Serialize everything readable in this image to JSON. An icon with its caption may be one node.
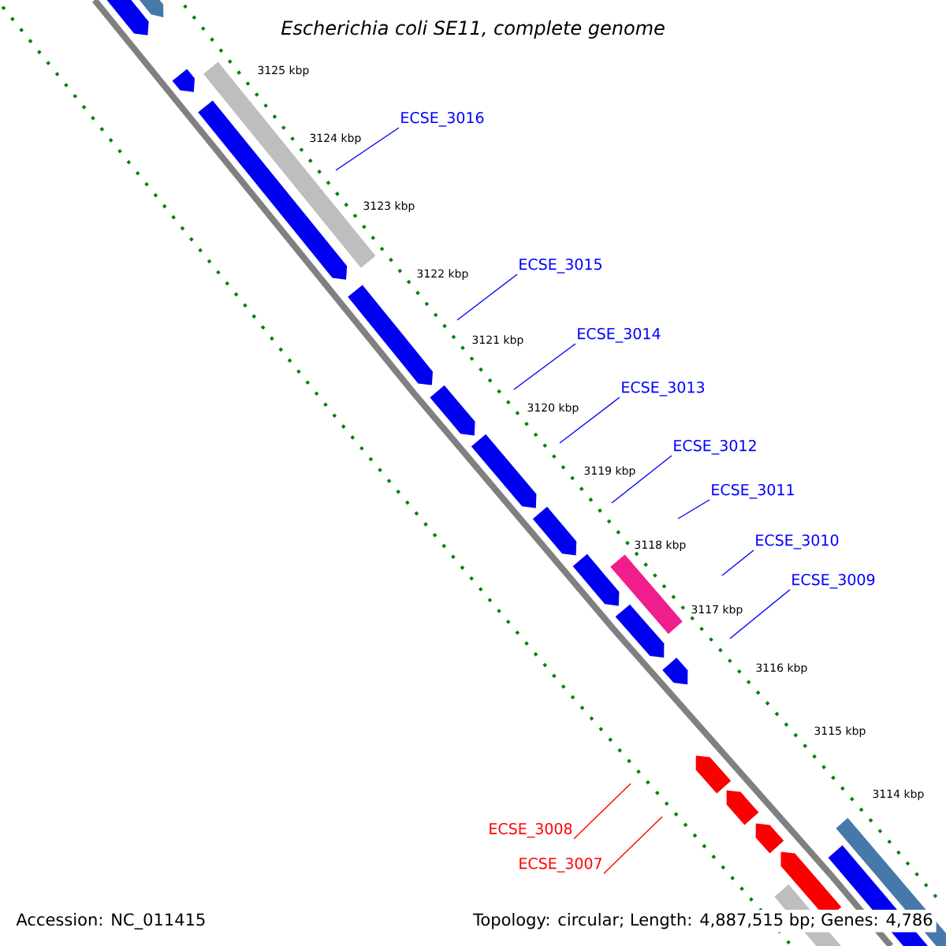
{
  "diagram": {
    "title": "Escherichia coli SE11, complete genome",
    "nodes": [
      {
        "text": [
          "ECSE_3016"
        ]
      },
      {
        "text": [
          "ECSE_3015"
        ]
      },
      {
        "text": [
          "ECSE_3014"
        ]
      },
      {
        "text": [
          "ECSE_3013"
        ]
      },
      {
        "text": [
          "ECSE_3012"
        ]
      },
      {
        "text": [
          "ECSE_3011"
        ]
      },
      {
        "text": [
          "ECSE_3010"
        ]
      },
      {
        "text": [
          "ECSE_3009"
        ]
      },
      {
        "text": [
          "ECSE_3008"
        ]
      },
      {
        "text": [
          "ECSE_3007"
        ]
      }
    ],
    "edges": [
      {
        "from": 0,
        "to": null,
        "arrow": "none"
      },
      {
        "from": 1,
        "to": null,
        "arrow": "none"
      },
      {
        "from": 2,
        "to": null,
        "arrow": "none"
      },
      {
        "from": 3,
        "to": null,
        "arrow": "none"
      },
      {
        "from": 4,
        "to": null,
        "arrow": "none"
      },
      {
        "from": 5,
        "to": null,
        "arrow": "none"
      },
      {
        "from": 6,
        "to": null,
        "arrow": "none"
      },
      {
        "from": 7,
        "to": null,
        "arrow": "none"
      },
      {
        "from": 8,
        "to": null,
        "arrow": "none",
        "color": "#ff0000"
      },
      {
        "from": 9,
        "to": null,
        "arrow": "none",
        "color": "#ff0000"
      }
    ],
    "labels": [
      "3125 kbp",
      "3124 kbp",
      "3123 kbp",
      "3122 kbp",
      "3121 kbp",
      "3120 kbp",
      "3119 kbp",
      "3118 kbp",
      "3117 kbp",
      "3116 kbp",
      "3115 kbp",
      "3114 kbp",
      "Accession: NC_011415",
      "Topology: circular; Length: 4,887,515 bp; Genes: 4,786"
    ]
  }
}
